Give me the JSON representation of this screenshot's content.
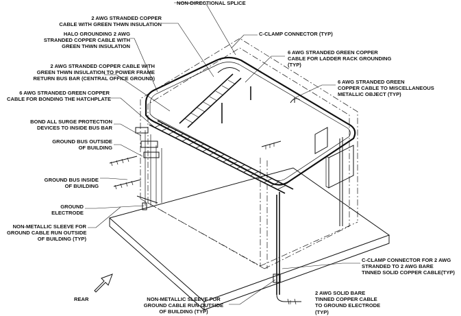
{
  "labels": {
    "non_directional_splice": [
      "NON-DIRECTIONAL SPLICE"
    ],
    "awg2_green_insulation": [
      "2 AWG STRANDED COPPER",
      "CABLE WITH GREEN THWN INSULATION"
    ],
    "c_clamp_connector": [
      "C-CLAMP CONNECTOR (TYP)"
    ],
    "halo_grounding": [
      "HALO GROUNDING 2 AWG",
      "STRANDED COPPER CABLE WITH",
      "GREEN THWN INSULATION"
    ],
    "ladder_rack_grounding": [
      "6 AWG STRANDED GREEN COPPER",
      "CABLE FOR LADDER RACK GROUNDING",
      "(TYP)"
    ],
    "power_frame_return": [
      "2 AWG STRANDED COPPER CABLE WITH",
      "GREEN THWN INSULATION TO POWER FRAME",
      "RETURN BUS BAR (CENTRAL OFFICE GROUND)"
    ],
    "misc_metallic": [
      "6 AWG STRANDED GREEN",
      "COPPER CABLE TO MISCELLANEOUS",
      "METALLIC OBJECT (TYP)"
    ],
    "hatchplate": [
      "6 AWG STRANDED GREEN COPPER",
      "CABLE FOR BONDING THE HATCHPLATE"
    ],
    "surge_protection": [
      "BOND ALL SURGE PROTECTION",
      "DEVICES TO INSIDE BUS BAR"
    ],
    "bus_outside": [
      "GROUND BUS OUTSIDE",
      "OF BUILDING"
    ],
    "bus_inside": [
      "GROUND BUS INSIDE",
      "OF BUILDING"
    ],
    "ground_electrode": [
      "GROUND",
      "ELECTRODE"
    ],
    "sleeve_left": [
      "NON-METALLIC SLEEVE FOR",
      "GROUND CABLE RUN OUTSIDE",
      "OF BUILDING (TYP)"
    ],
    "c_clamp_bare": [
      "C-CLAMP CONNECTOR FOR  2 AWG",
      "STRANDED TO 2 AWG BARE",
      "TINNED SOLID COPPER CABLE(TYP)"
    ],
    "sleeve_bottom": [
      "NON-METALLIC SLEEVE FOR",
      "GROUND CABLE RUN OUTSIDE",
      "OF BUILDING (TYP)"
    ],
    "solid_bare": [
      "2 AWG SOLID BARE",
      "TINNED COPPER CABLE",
      "TO GROUND ELECTRODE",
      "(TYP)"
    ],
    "rear": [
      "REAR"
    ]
  }
}
